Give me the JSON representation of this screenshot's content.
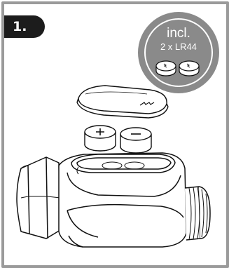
{
  "step": {
    "label": "1."
  },
  "included_badge": {
    "title": "incl.",
    "subtitle": "2 x LR44"
  },
  "colors": {
    "frame_border": "#9a9a9a",
    "badge_dark": "#1c1c1c",
    "badge_gray": "#8a8a8a",
    "line": "#111111"
  },
  "icons": [
    "battery-icon",
    "battery-lid-icon",
    "device-body-icon"
  ]
}
